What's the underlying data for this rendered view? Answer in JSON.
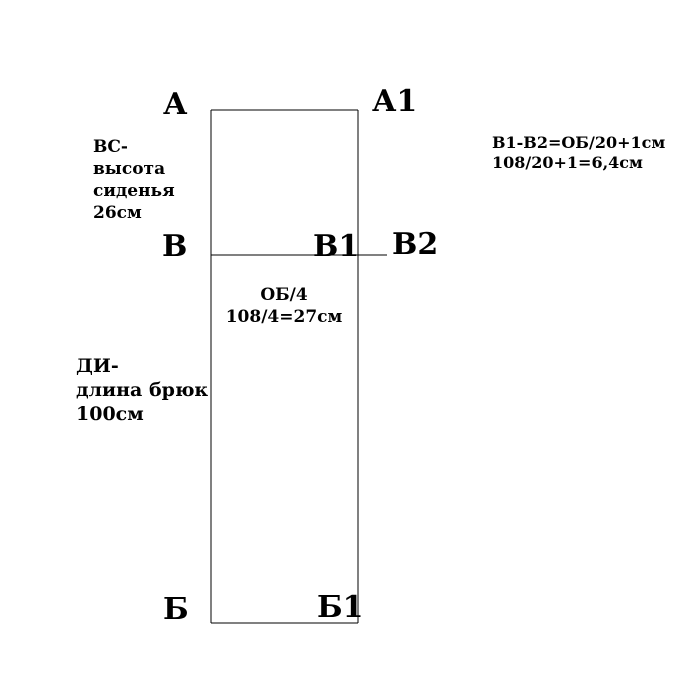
{
  "points": {
    "a": "А",
    "a1": "А1",
    "b": "В",
    "b1": "В1",
    "b2": "В2",
    "bottom": "Б",
    "bottom1": "Б1"
  },
  "notes": {
    "seat_height": [
      "ВС-",
      "высота",
      "сиденья",
      "26см"
    ],
    "trouser_length": [
      "ДИ-",
      "длина брюк",
      "100см"
    ],
    "hip_quarter": [
      "ОБ/4",
      "108/4=27см"
    ],
    "b1_b2_formula": [
      "В1-В2=ОБ/20+1см",
      "108/20+1=6,4см"
    ]
  }
}
